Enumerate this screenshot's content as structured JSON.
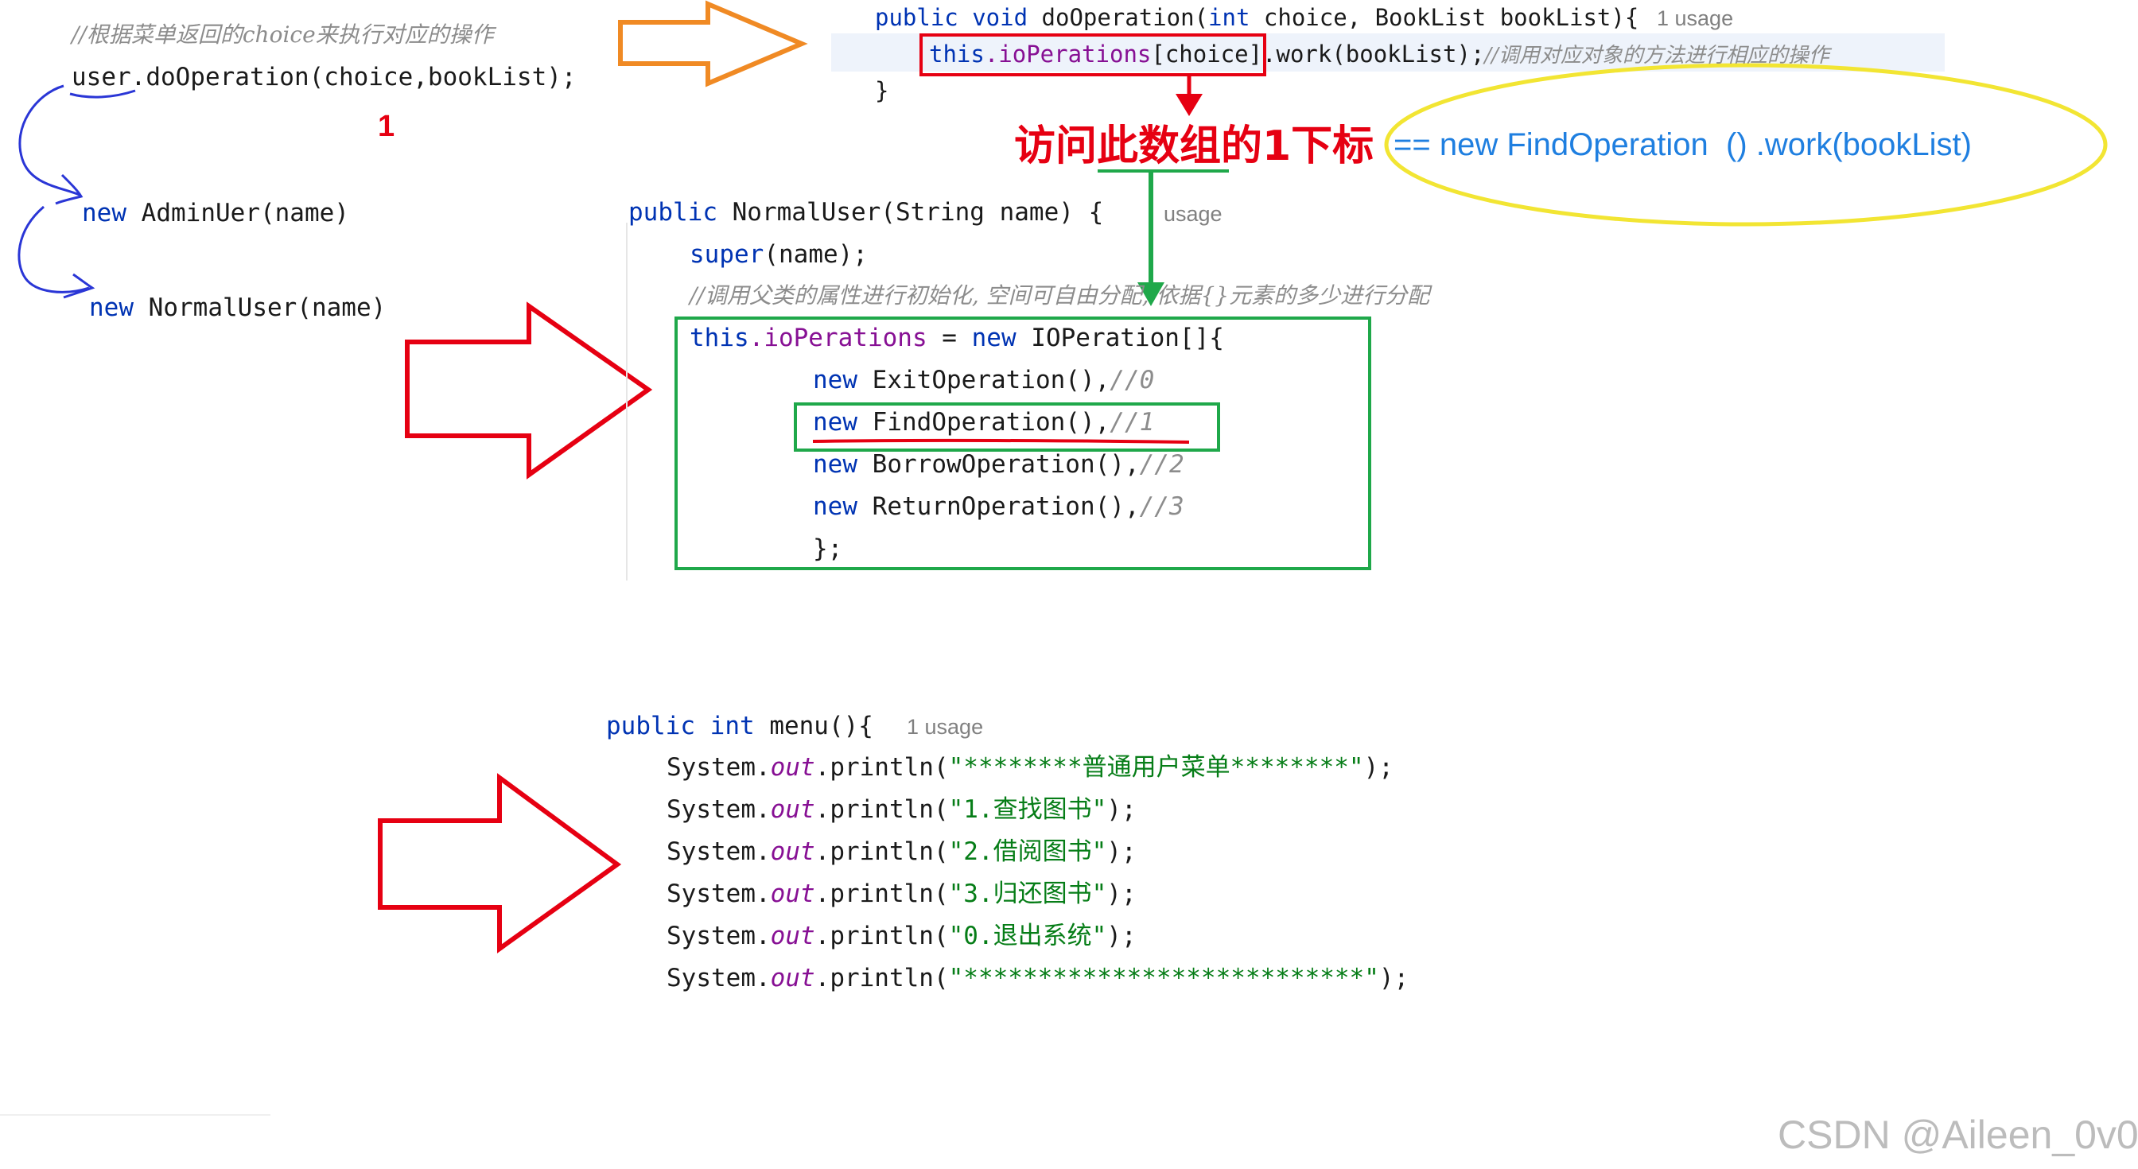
{
  "left_panel": {
    "comment": "//根据菜单返回的choice来执行对应的操作",
    "call_user": "user",
    "call_rest": ".doOperation(choice,bookList);",
    "marker": "1",
    "new_kw": "new",
    "admin_ctor": "AdminUer(name)",
    "normal_ctor": "NormalUser(name)"
  },
  "do_operation": {
    "sig_kw": "public void",
    "sig_rest": " doOperation(",
    "sig_int": "int",
    "sig_tail": " choice, BookList bookList){",
    "usage": "1 usage",
    "this_kw": "this",
    "field": ".ioPerations",
    "index": "[choice]",
    "work": ".work(bookList);",
    "comment": "//调用对应对象的方法进行相应的操作",
    "close": "}"
  },
  "annotation": {
    "access_text": "访问此数组的1下标",
    "equals_text": "== new FindOperation  () .work(bookList)"
  },
  "normal_user": {
    "sig_kw": "public",
    "sig_rest": " NormalUser(String name) {",
    "usage": "usage",
    "super_kw": "super",
    "super_rest": "(name);",
    "comment": "//调用父类的属性进行初始化, 空间可自由分配, 依据{}元素的多少进行分配",
    "this_kw": "this",
    "field": ".ioPerations",
    "assign": " = ",
    "new_kw": "new",
    "arr_type": " IOPeration[]{",
    "items": [
      {
        "ctor": "ExitOperation(),",
        "comment": "//0"
      },
      {
        "ctor": "FindOperation(),",
        "comment": "//1"
      },
      {
        "ctor": "BorrowOperation(),",
        "comment": "//2"
      },
      {
        "ctor": "ReturnOperation(),",
        "comment": "//3"
      }
    ],
    "close": "};"
  },
  "menu": {
    "sig_kw": "public",
    "sig_int": "int",
    "sig_rest": " menu(){",
    "usage": "1 usage",
    "sys": "System.",
    "out": "out",
    "println": ".println(",
    "close": ");",
    "lines": [
      "\"********普通用户菜单********\"",
      "\"1.查找图书\"",
      "\"2.借阅图书\"",
      "\"3.归还图书\"",
      "\"0.退出系统\"",
      "\"***************************\""
    ]
  },
  "watermark": "CSDN @Aileen_0v0",
  "colors": {
    "keyword": "#0033b3",
    "field": "#871094",
    "string": "#067d17",
    "comment": "#8c8c8c",
    "red": "#e60012",
    "green": "#1fa84a",
    "orange": "#f08a24",
    "yellow": "#f2e533",
    "blue_ink": "#2a36d6"
  }
}
